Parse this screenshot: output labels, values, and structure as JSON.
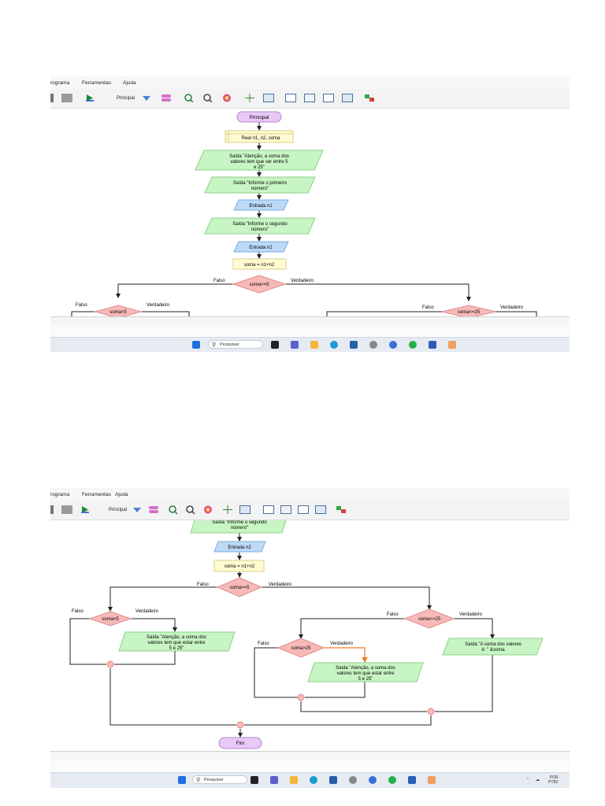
{
  "menu": {
    "programa": "rograma",
    "ferramentas": "Ferramentas",
    "ajuda": "Ajuda"
  },
  "toolbar": {
    "principal_label": "Principal"
  },
  "shot1": {
    "nodes": {
      "start": "Principal",
      "declare": "Real n1, n2, soma",
      "out1_l1": "Saída \"Atenção, a soma dos",
      "out1_l2": "valores tem que ser entre 5",
      "out1_l3": "e 25\"",
      "out2_l1": "Saída \"Informe o primeiro",
      "out2_l2": "número\"",
      "in1": "Entrada n1",
      "out3_l1": "Saída \"Informe o segundo",
      "out3_l2": "número\"",
      "in2": "Entrada n2",
      "assign": "soma = n1+n2",
      "dec_main": "soma>=5",
      "dec_left": "soma<5",
      "dec_right": "soma<=25"
    },
    "labels": {
      "falso": "Falso",
      "verdadeiro": "Verdadeiro"
    }
  },
  "shot2": {
    "nodes": {
      "out3_l1": "Saída \"Informe o segundo",
      "out3_l2": "número\"",
      "in2": "Entrada n2",
      "assign": "soma = n1+n2",
      "dec_main": "soma>=5",
      "dec_left": "soma<5",
      "left_out_l1": "Saída \"Atenção, a soma dos",
      "left_out_l2": "valores tem que estar entre",
      "left_out_l3": "5 e 25\"",
      "dec_right": "soma<=25",
      "right_out_l1": "Saída \"A soma dos valores",
      "right_out_l2": "é: \" &soma",
      "dec_inner": "soma>25",
      "inner_out_l1": "Saída \"Atenção, a soma dos",
      "inner_out_l2": "valores tem que estar entre",
      "inner_out_l3": "5 e 25\"",
      "end": "Fim"
    },
    "labels": {
      "falso": "Falso",
      "verdadeiro": "Verdadeiro"
    }
  },
  "taskbar": {
    "search_label": "Pesquisar",
    "lang_l1": "POR",
    "lang_l2": "PTB2"
  },
  "colors": {
    "terminal": "#e8c8f5",
    "terminal_stroke": "#b48ad0",
    "process": "#fffbd0",
    "process_stroke": "#d9cf8a",
    "output": "#c8f5c4",
    "output_stroke": "#8ccf88",
    "input": "#bcd9f7",
    "input_stroke": "#7eaee0",
    "decision": "#f8b9b9",
    "decision_stroke": "#e08a8a",
    "highlight": "#f07a25"
  }
}
